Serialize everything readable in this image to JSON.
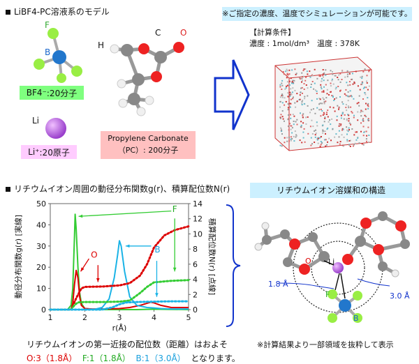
{
  "model_panel": {
    "title": "LiBF4-PC溶液系のモデル",
    "bf4": {
      "formula": "BF4⁻",
      "count": ":20分子",
      "atom_f": "F",
      "atom_b": "B"
    },
    "li": {
      "atom": "Li",
      "formula": "Li⁺",
      "count": ":20原子"
    },
    "pc": {
      "atom_c": "C",
      "atom_o": "O",
      "atom_h": "H",
      "name": "Propylene Carbonate",
      "count": "（PC）: 200分子"
    }
  },
  "simulation_panel": {
    "note": "※ご指定の濃度、温度でシミュレーションが可能です。",
    "conditions_title": "【計算条件】",
    "conditions": "濃度 : 1mol/dm³　温度 : 378K"
  },
  "rdf_panel": {
    "title": "リチウムイオン周囲の動径分布関数g(r)、積算配位数N(r)",
    "left_axis_label": "動径分布関数g(r) [実線]",
    "right_axis_label": "積算配位数N(r) [点線]",
    "conclusion_line1": "リチウムイオンの第一近接の配位数（距離）はおよそ",
    "conclusion_o": "O:3（1.8Å）",
    "conclusion_f": "F:1（1.8Å）",
    "conclusion_b": "B:1（3.0Å）",
    "conclusion_end": "となります。"
  },
  "chart_data": {
    "type": "line",
    "xlabel": "r(Å)",
    "ylabel": "動径分布関数g(r) [実線]",
    "y2label": "積算配位数N(r) [点線]",
    "xlim": [
      1,
      5
    ],
    "ylim": [
      0,
      50
    ],
    "y2lim": [
      0,
      14
    ],
    "xticks": [
      "1",
      "2",
      "3",
      "4",
      "5"
    ],
    "yticks": [
      "0",
      "10",
      "20",
      "30",
      "40",
      "50"
    ],
    "y2ticks": [
      "0",
      "2",
      "4",
      "6",
      "8",
      "10",
      "12",
      "14"
    ],
    "series": [
      {
        "name": "F",
        "axis": "left",
        "style": "solid",
        "color": "#33cc33",
        "x": [
          1.0,
          1.5,
          1.6,
          1.65,
          1.7,
          1.72,
          1.75,
          1.8,
          1.85,
          1.9,
          2.0,
          2.1,
          2.3,
          2.5,
          3.0,
          3.5,
          4.0,
          4.5,
          5.0
        ],
        "y": [
          0,
          0,
          2,
          10,
          35,
          45,
          38,
          20,
          8,
          3,
          0.5,
          0.3,
          0.1,
          0,
          0,
          0,
          0.2,
          0.1,
          0
        ]
      },
      {
        "name": "O",
        "axis": "left",
        "style": "solid",
        "color": "#dd0000",
        "x": [
          1.0,
          1.6,
          1.65,
          1.7,
          1.75,
          1.8,
          1.85,
          1.9,
          2.0,
          2.2,
          2.5,
          3.0,
          3.3,
          3.6,
          3.8,
          3.9,
          4.0,
          4.2,
          4.5,
          5.0
        ],
        "y": [
          0,
          0,
          3,
          12,
          18.5,
          15,
          6,
          2,
          0.5,
          0.3,
          0.3,
          0.5,
          1,
          2,
          3,
          3.5,
          3.2,
          2,
          1,
          1
        ]
      },
      {
        "name": "B",
        "axis": "left",
        "style": "solid",
        "color": "#1ab3e6",
        "x": [
          1.0,
          2.0,
          2.3,
          2.5,
          2.7,
          2.85,
          2.95,
          3.0,
          3.05,
          3.15,
          3.3,
          3.5,
          3.8,
          4.0,
          4.2,
          4.5,
          5.0
        ],
        "y": [
          0,
          0,
          0.2,
          1,
          5,
          15,
          26,
          32.5,
          30,
          18,
          6,
          2,
          1,
          0.8,
          0.5,
          0.3,
          0.3
        ]
      },
      {
        "name": "N_O",
        "axis": "right",
        "style": "dotted",
        "color": "#dd0000",
        "x": [
          1.0,
          1.6,
          1.75,
          1.9,
          2.0,
          2.5,
          3.0,
          3.3,
          3.6,
          3.8,
          4.0,
          4.3,
          4.6,
          5.0
        ],
        "y": [
          0,
          0,
          1.5,
          2.8,
          3.0,
          3.05,
          3.2,
          3.5,
          4.5,
          6,
          8.2,
          9.8,
          10.5,
          11.0
        ]
      },
      {
        "name": "N_F",
        "axis": "right",
        "style": "dotted",
        "color": "#33cc33",
        "x": [
          1.0,
          1.6,
          1.7,
          1.8,
          2.0,
          2.5,
          3.0,
          3.3,
          3.6,
          3.8,
          4.0,
          4.5,
          5.0
        ],
        "y": [
          0,
          0,
          0.6,
          0.95,
          1.0,
          1.0,
          1.05,
          1.2,
          2.2,
          3.0,
          3.6,
          3.8,
          3.9
        ]
      },
      {
        "name": "N_B",
        "axis": "right",
        "style": "dotted",
        "color": "#1ab3e6",
        "x": [
          1.0,
          2.5,
          2.8,
          3.0,
          3.2,
          3.5,
          4.0,
          4.5,
          5.0
        ],
        "y": [
          0,
          0,
          0.3,
          0.7,
          0.95,
          1.0,
          1.05,
          1.1,
          1.1
        ]
      }
    ],
    "annotations": [
      "F",
      "O",
      "B"
    ]
  },
  "solvation_panel": {
    "title": "リチウムイオン溶媒和の構造",
    "atom_li": "Li",
    "atom_o": "O",
    "atom_f": "F",
    "atom_b": "B",
    "dist_inner": "1.8 Å",
    "dist_outer": "3.0 Å",
    "note": "※計算結果より一部領域を抜粋して表示"
  },
  "colors": {
    "green_box": "#7fff7f",
    "pink_box": "#ff99ff",
    "salmon_box": "#ffc0c0",
    "blue_box": "#ccf0ff",
    "arrow_blue": "#1133cc"
  }
}
